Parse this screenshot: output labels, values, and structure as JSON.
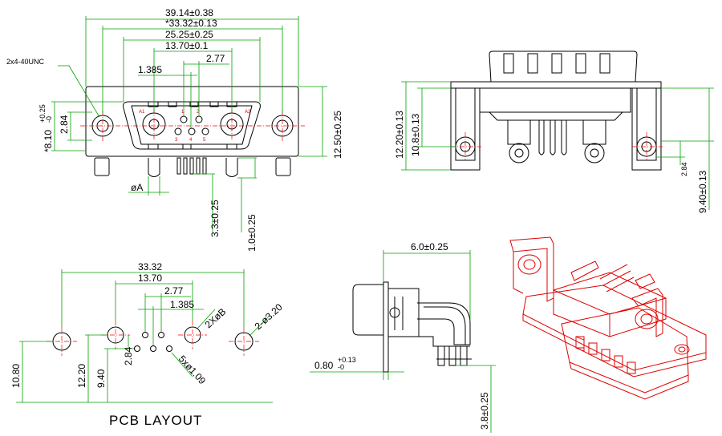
{
  "front_view": {
    "overall_width": "39.14±0.38",
    "mount_hole_pitch": "*33.32±0.13",
    "shell_width": "25.25±0.25",
    "power_pin_pitch": "13.70±0.1",
    "signal_pitch": "2.77",
    "signal_offset": "1.385",
    "thread_note": "2x4-40UNC",
    "height_8_10": "*8.10",
    "height_8_10_tol_upper": "+0.25",
    "height_8_10_tol_lower": "-0",
    "height_2_84": "2.84",
    "flange_height": "12.50±0.25",
    "pin_diameter": "øA",
    "pin_len_3_3": "3.3±0.25",
    "pin_len_1_0": "1.0±0.25",
    "pin_labels": [
      "A1",
      "A2",
      "1",
      "2",
      "3",
      "4",
      "5"
    ]
  },
  "side_view": {
    "height_12_20": "12.20±0.13",
    "height_10_8": "10.8±0.13",
    "height_9_40": "9.40±0.13",
    "height_2_84": "2.84"
  },
  "pcb_layout": {
    "title": "PCB LAYOUT",
    "pitch_33_32": "33.32",
    "pitch_13_70": "13.70",
    "pitch_2_77": "2.77",
    "pitch_1_385": "1.385",
    "hole_2xB": "2XøB",
    "hole_2x3_20": "2-ø3.20",
    "hole_5x1_09": "5xø1.09",
    "height_10_80": "10.80",
    "height_12_20": "12.20",
    "height_9_40": "9.40",
    "height_2_84": "2.84"
  },
  "profile_view": {
    "depth_6_0": "6.0±0.25",
    "flange_0_80": "0.80",
    "flange_0_80_tol_upper": "+0.13",
    "flange_0_80_tol_lower": "-0",
    "tail_3_8": "3.8±0.25"
  },
  "colors": {
    "part_outline": "#000000",
    "dimension_lines": "#00a000",
    "centerlines": "#ff0000",
    "iso_view": "#e00000"
  }
}
